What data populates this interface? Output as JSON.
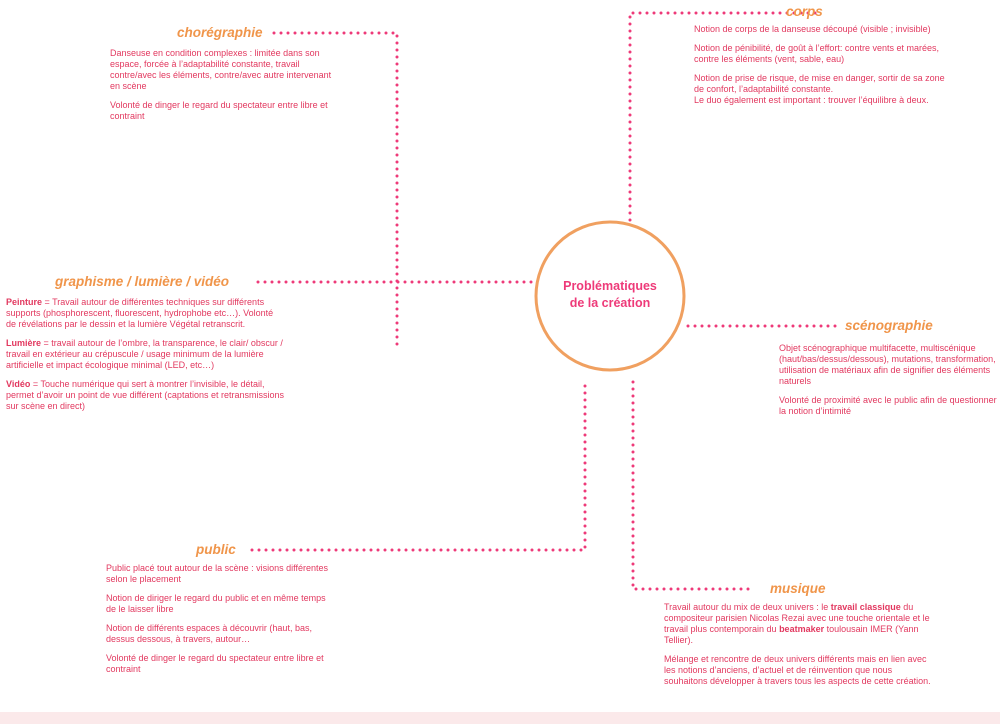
{
  "center": {
    "line1": "Problématiques",
    "line2": "de la création"
  },
  "colors": {
    "accent": "#ee3a79",
    "heading": "#f0954a",
    "text": "#e2385f",
    "circle": "#f0a060"
  },
  "sections": {
    "choregraphie": {
      "title": "chorégraphie",
      "p1": "Danseuse en condition complexes : limitée dans son espace, forcée à l’adaptabilité constante, travail contre/avec les éléments, contre/avec autre intervenant en scène",
      "p2": "Volonté de dinger le regard du spectateur entre libre et contraint"
    },
    "corps": {
      "title": "corps",
      "p1": "Notion de corps de la danseuse découpé (visible ; invisible)",
      "p2": "Notion de pénibilité, de goût à l’effort: contre vents et marées, contre les éléments (vent, sable, eau)",
      "p3": "Notion de prise de risque, de mise en danger, sortir de sa zone de confort, l’adaptabilité constante.",
      "p4": "Le duo également est important : trouver l’équilibre à deux."
    },
    "graphisme": {
      "title": "graphisme / lumière / vidéo",
      "peinture_label": "Peinture",
      "peinture_text": " = Travail autour de différentes techniques sur différents supports (phosphorescent, fluorescent, hydrophobe etc…). Volonté de révélations par le dessin et la lumière Végétal retranscrit.",
      "lumiere_label": "Lumière",
      "lumiere_text": " = travail autour de l’ombre, la transparence, le clair/ obscur / travail en extérieur au crépuscule / usage minimum de la lumière artificielle et impact écologique minimal (LED, etc…)",
      "video_label": "Vidéo",
      "video_text": " = Touche numérique qui sert à montrer l’invisible, le détail, permet d’avoir un point de vue différent (captations et retransmissions sur scène en direct)"
    },
    "scenographie": {
      "title": "scénographie",
      "p1": "Objet scénographique multifacette, multiscénique (haut/bas/dessus/dessous), mutations, transformation, utilisation de matériaux afin de signifier des éléments naturels",
      "p2": "Volonté de proximité avec le public afin de questionner la notion d’intimité"
    },
    "public": {
      "title": "public",
      "p1": "Public placé tout autour de la scène : visions différentes selon le placement",
      "p2": "Notion de diriger le regard du public et en même temps de le laisser libre",
      "p3": "Notion de différents espaces à découvrir (haut, bas, dessus dessous, à travers, autour…",
      "p4": "Volonté de dinger le regard du spectateur entre libre et contraint"
    },
    "musique": {
      "title": "musique",
      "p1a": "Travail autour du mix de deux univers : le ",
      "p1b": "travail classique",
      "p1c": " du compositeur parisien Nicolas Rezai avec une touche orientale et le travail plus contemporain du ",
      "p1d": "beatmaker",
      "p1e": " toulousain IMER (Yann Tellier).",
      "p2": "Mélange et rencontre de deux univers différents mais en lien avec les notions d’anciens, d’actuel et de réinvention que nous souhaitons développer à travers tous les aspects de cette création."
    }
  }
}
